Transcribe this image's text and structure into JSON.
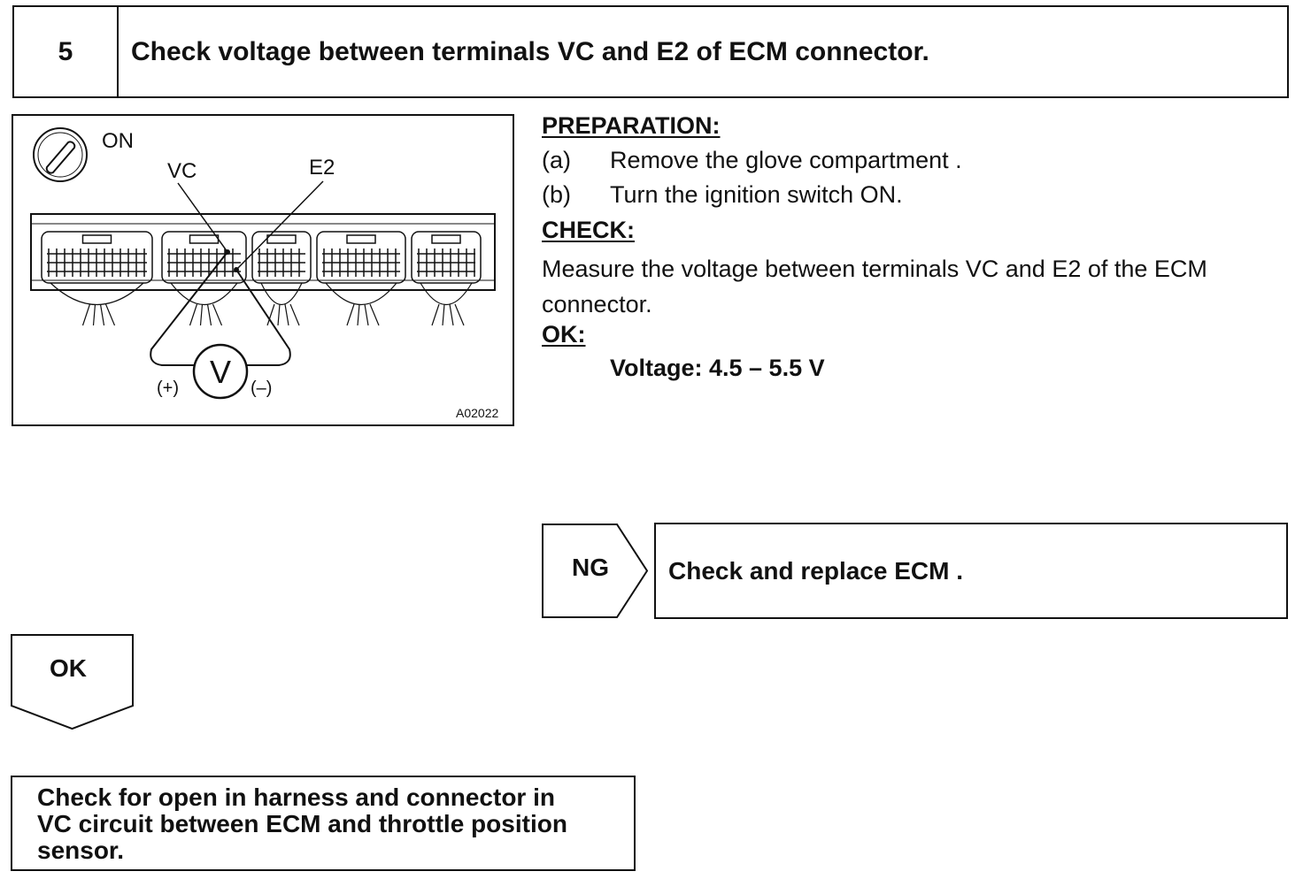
{
  "step": {
    "number": "5",
    "title": "Check voltage between terminals VC and E2 of ECM connector."
  },
  "diagram": {
    "ignition_label": "ON",
    "terminal_vc": "VC",
    "terminal_e2": "E2",
    "meter_symbol": "V",
    "probe_positive": "(+)",
    "probe_negative": "(–)",
    "figure_code": "A02022",
    "icons": [
      "ignition-key-icon",
      "ecm-connector-icon",
      "voltmeter-icon"
    ]
  },
  "instructions": {
    "preparation_heading": "PREPARATION:",
    "preparation_steps": [
      {
        "marker": "(a)",
        "text": "Remove the glove compartment ."
      },
      {
        "marker": "(b)",
        "text": "Turn the ignition switch ON."
      }
    ],
    "check_heading": "CHECK:",
    "check_text": "Measure the voltage between terminals VC and E2 of the ECM connector.",
    "ok_heading": "OK:",
    "spec": "Voltage: 4.5 – 5.5 V"
  },
  "branches": {
    "ng_label": "NG",
    "ng_result": "Check and replace ECM .",
    "ok_label": "OK",
    "ok_result_lines": [
      "Check for open in harness and connector in",
      "VC circuit between ECM and throttle position",
      "sensor."
    ]
  }
}
